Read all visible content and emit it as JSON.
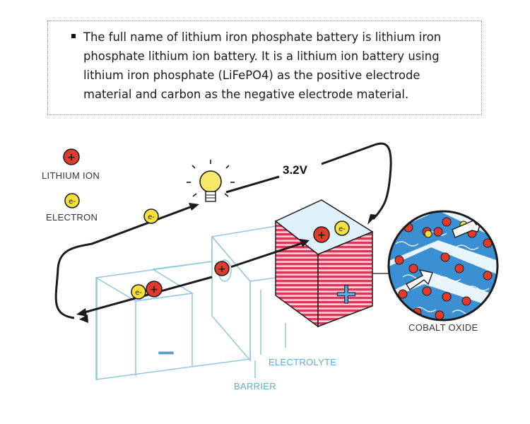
{
  "description": {
    "text": "The full name of lithium iron phosphate battery is lithium iron phosphate lithium ion battery. It is a lithium ion battery using lithium iron phosphate (LiFePO4) as the positive electrode material and carbon as the negative electrode material."
  },
  "diagram": {
    "voltage": "3.2V",
    "legend": {
      "lithium_ion_label": "LITHIUM ION",
      "electron_label": "ELECTRON"
    },
    "symbols": {
      "ion": "+",
      "electron": "e-",
      "anode": "−",
      "cathode": "+"
    },
    "labels": {
      "cobalt_oxide": "COBALT OXIDE",
      "electrolyte": "ELECTROLYTE",
      "barrier": "BARRIER"
    },
    "colors": {
      "ion_red": "#e23a2c",
      "electron_yellow": "#f5e03a",
      "cell_outline": "#8fc7e0",
      "cathode_stripe": "#c8364f",
      "cathode_top": "#dff1fb",
      "zoom_blue": "#3b8fd3",
      "wire": "#1b1b1b"
    }
  }
}
